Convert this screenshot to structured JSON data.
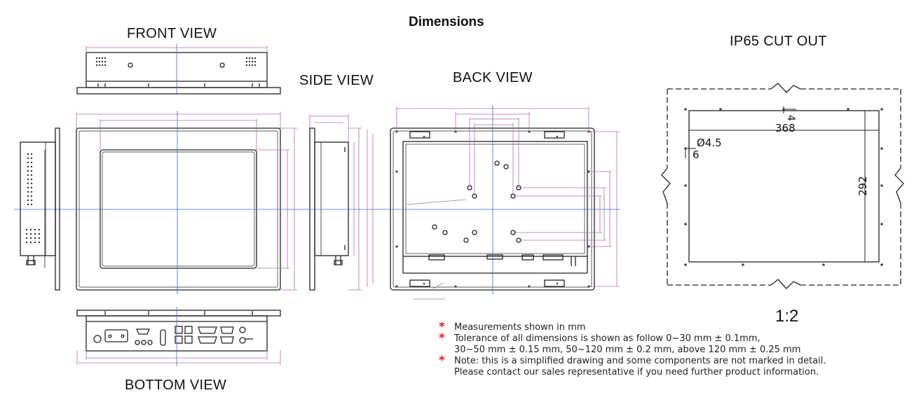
{
  "title": "Dimensions",
  "views": {
    "front": "FRONT VIEW",
    "side": "SIDE VIEW",
    "back": "BACK VIEW",
    "bottom": "BOTTOM  VIEW",
    "cutout": "IP65 CUT  OUT"
  },
  "scale": "1:2",
  "cutout_dims": {
    "width": "368",
    "height": "292",
    "hole": "Ø4.5",
    "offset_top": "4",
    "offset_left": "6"
  },
  "notes": [
    {
      "star": "*",
      "line1": "Measurements shown in mm",
      "line2": ""
    },
    {
      "star": "*",
      "line1": "Tolerance of all dimensions is shown as follow 0~30 mm ± 0.1mm,",
      "line2": "30~50 mm ± 0.15 mm, 50~120 mm ± 0.2 mm, above 120 mm ± 0.25 mm"
    },
    {
      "star": "*",
      "line1": "Note: this is a simplified drawing and some components are not marked in detail.",
      "line2": "Please contact our sales representative if you need further product information."
    }
  ],
  "colors": {
    "dimension": "#b26bb2",
    "centerline": "#3a6fc8",
    "star": "#d22222"
  }
}
